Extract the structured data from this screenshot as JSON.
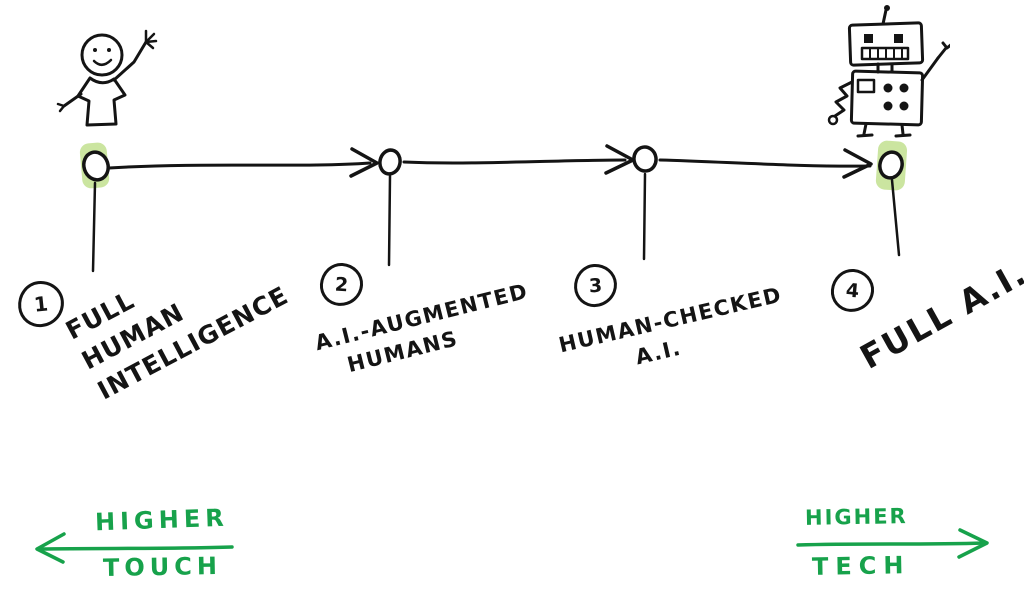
{
  "diagram": {
    "type": "hand-drawn-spectrum",
    "points": [
      {
        "number": "1",
        "lines": [
          "FULL",
          "HUMAN",
          "INTELLIGENCE"
        ],
        "highlighted": true
      },
      {
        "number": "2",
        "lines": [
          "A.I.-AUGMENTED",
          "HUMANS"
        ],
        "highlighted": false
      },
      {
        "number": "3",
        "lines": [
          "HUMAN-CHECKED",
          "A.I."
        ],
        "highlighted": false
      },
      {
        "number": "4",
        "lines": [
          "FULL A.I."
        ],
        "highlighted": true
      }
    ],
    "icons": [
      {
        "name": "waving-person-icon",
        "position": "top-left"
      },
      {
        "name": "robot-icon",
        "position": "top-right"
      }
    ],
    "footer": {
      "left": {
        "line1": "HIGHER",
        "line2": "TOUCH",
        "arrow": "left"
      },
      "right": {
        "line1": "HIGHER",
        "line2": "TECH",
        "arrow": "right"
      }
    }
  },
  "colors": {
    "ink": "#141414",
    "green": "#17a24b",
    "highlight": "#cbe5a0"
  }
}
